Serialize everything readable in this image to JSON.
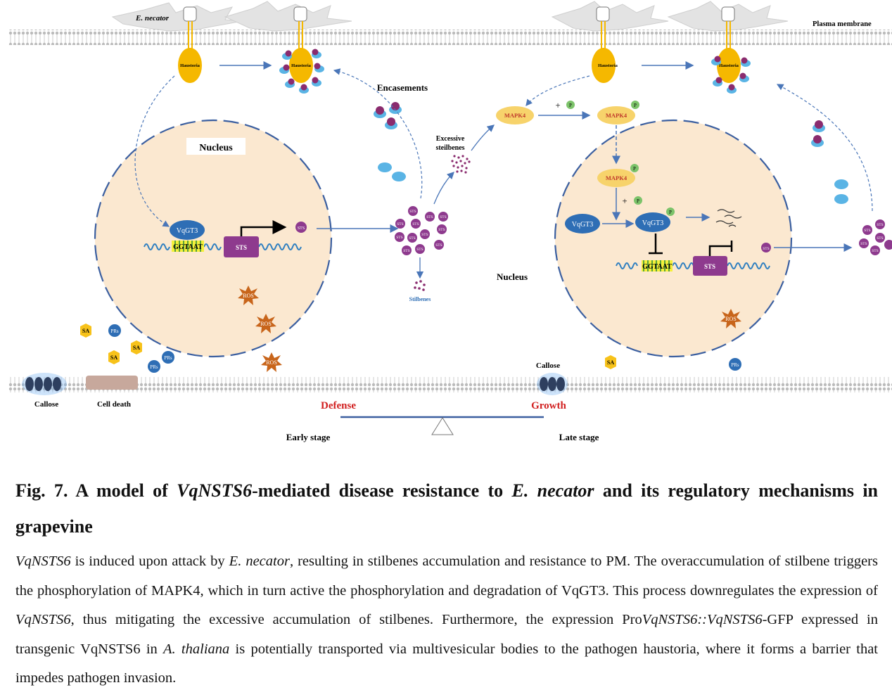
{
  "diagram": {
    "pathogen_label": "E. necator",
    "plasma_membrane": "Plasma membrane",
    "haustoria": "Haustoria",
    "encasements": "Encasements",
    "nucleus": "Nucleus",
    "vqgt3": "VqGT3",
    "motif": "GGTAAT",
    "sts": "STS",
    "ros": "ROS",
    "sa": "SA",
    "prs": "PRs",
    "callose": "Callose",
    "cell_death": "Cell death",
    "stilbenes": "Stilbenes",
    "excessive_line1": "Excessive",
    "excessive_line2": "steilbenes",
    "mapk4": "MAPK4",
    "p": "P",
    "plus": "+",
    "defense": "Defense",
    "growth": "Growth",
    "early_stage": "Early stage",
    "late_stage": "Late stage",
    "colors": {
      "nucleus_fill": "#fbe8d0",
      "nucleus_border": "#3b5fa0",
      "sts_box": "#8e3a8e",
      "haustoria": "#f5b800",
      "vqgt3": "#2e6eb5",
      "mapk4": "#f7d36b",
      "phospho": "#7cc36a",
      "defense_red": "#d11f1f",
      "vesicle": "#5ab4e5",
      "arrow": "#4a76b8"
    }
  },
  "caption": {
    "fig": "Fig. 7",
    "dot": ". ",
    "t1": "A model of ",
    "t2": "VqNSTS6",
    "t3": "-mediated disease resistance to ",
    "t4": "E. necator",
    "t5": " and its regulatory mechanisms in grapevine",
    "b1": "VqNSTS6",
    "b2": " is induced upon attack by ",
    "b3": "E. necator",
    "b4": ", resulting in stilbenes accumulation and resistance to PM. The overaccumulation of stilbene triggers the phosphorylation of MAPK4, which in turn active the phosphorylation and degradation of VqGT3. This process downregulates the expression of ",
    "b5": "VqNSTS6",
    "b6": ", thus mitigating the excessive accumulation of stilbenes. Furthermore, the expression Pro",
    "b7": "VqNSTS6::VqNSTS6",
    "b8": "-GFP expressed in transgenic VqNSTS6 in ",
    "b9": "A. thaliana",
    "b10": " is potentially transported via multivesicular bodies to the pathogen haustoria, where it forms a barrier that impedes pathogen invasion."
  }
}
